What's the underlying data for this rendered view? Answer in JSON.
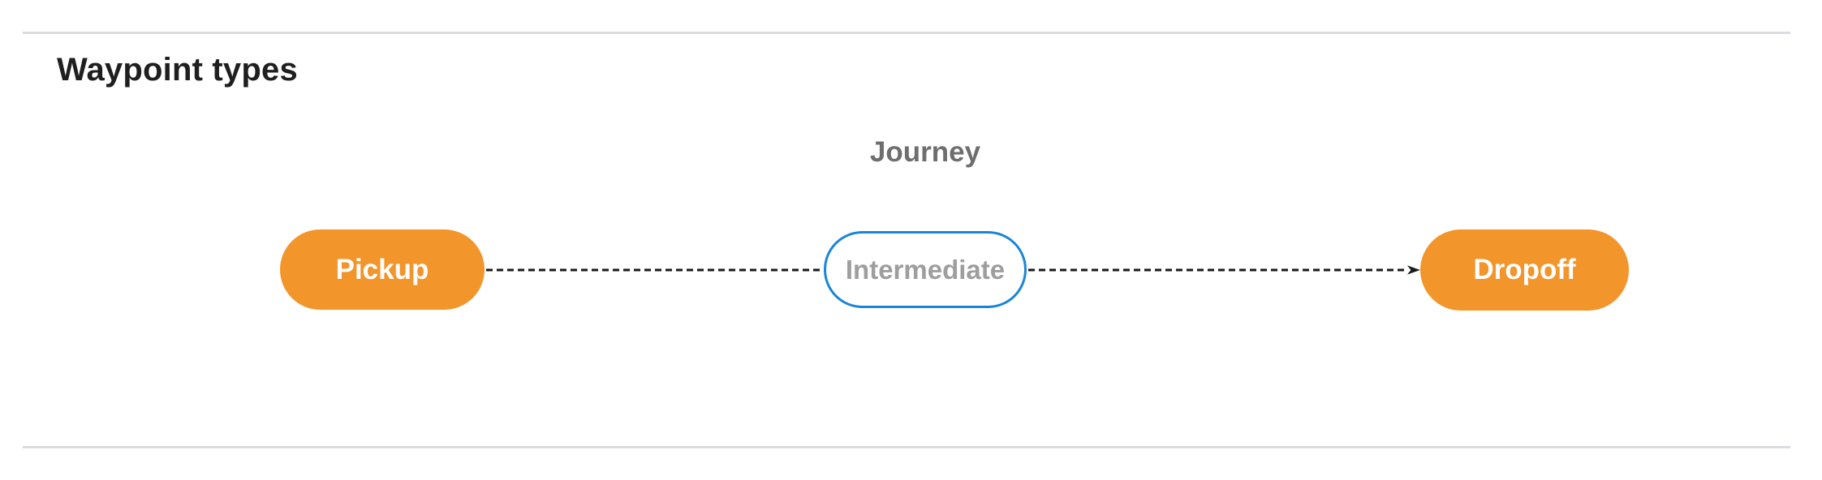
{
  "page": {
    "section_title": "Waypoint types"
  },
  "diagram": {
    "cluster_label": "Journey",
    "nodes": [
      {
        "id": "pickup",
        "label": "Pickup",
        "style": "filled"
      },
      {
        "id": "intermediate",
        "label": "Intermediate",
        "style": "outlined"
      },
      {
        "id": "dropoff",
        "label": "Dropoff",
        "style": "filled"
      }
    ],
    "edges": [
      {
        "from": "pickup",
        "to": "intermediate",
        "line": "dashed",
        "arrowhead": false
      },
      {
        "from": "intermediate",
        "to": "dropoff",
        "line": "dashed",
        "arrowhead": true
      }
    ],
    "colors": {
      "node_fill": "#f2952b",
      "node_text_filled": "#ffffff",
      "outline_stroke": "#1a85d8",
      "node_text_outlined": "#9e9e9e",
      "cluster_label_color": "#6e6e6e",
      "edge_color": "#1a1a1a",
      "heading_color": "#1f1f1f",
      "divider_color": "#dadce0"
    }
  }
}
